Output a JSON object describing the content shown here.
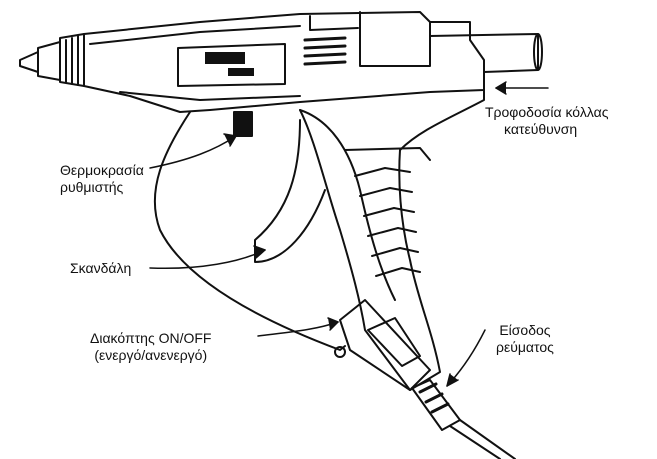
{
  "labels": {
    "glue_feed": [
      "Τροφοδοσία κόλλας",
      "κατεύθυνση"
    ],
    "temperature": [
      "Θερμοκρασία",
      "ρυθμιστής"
    ],
    "trigger": "Σκανδάλη",
    "switch": [
      "Διακόπτης ON/OFF",
      "(ενεργό/ανενεργό)"
    ],
    "power": [
      "Είσοδος",
      "ρεύματος"
    ]
  },
  "colors": {
    "line": "#111111",
    "background": "#ffffff"
  }
}
